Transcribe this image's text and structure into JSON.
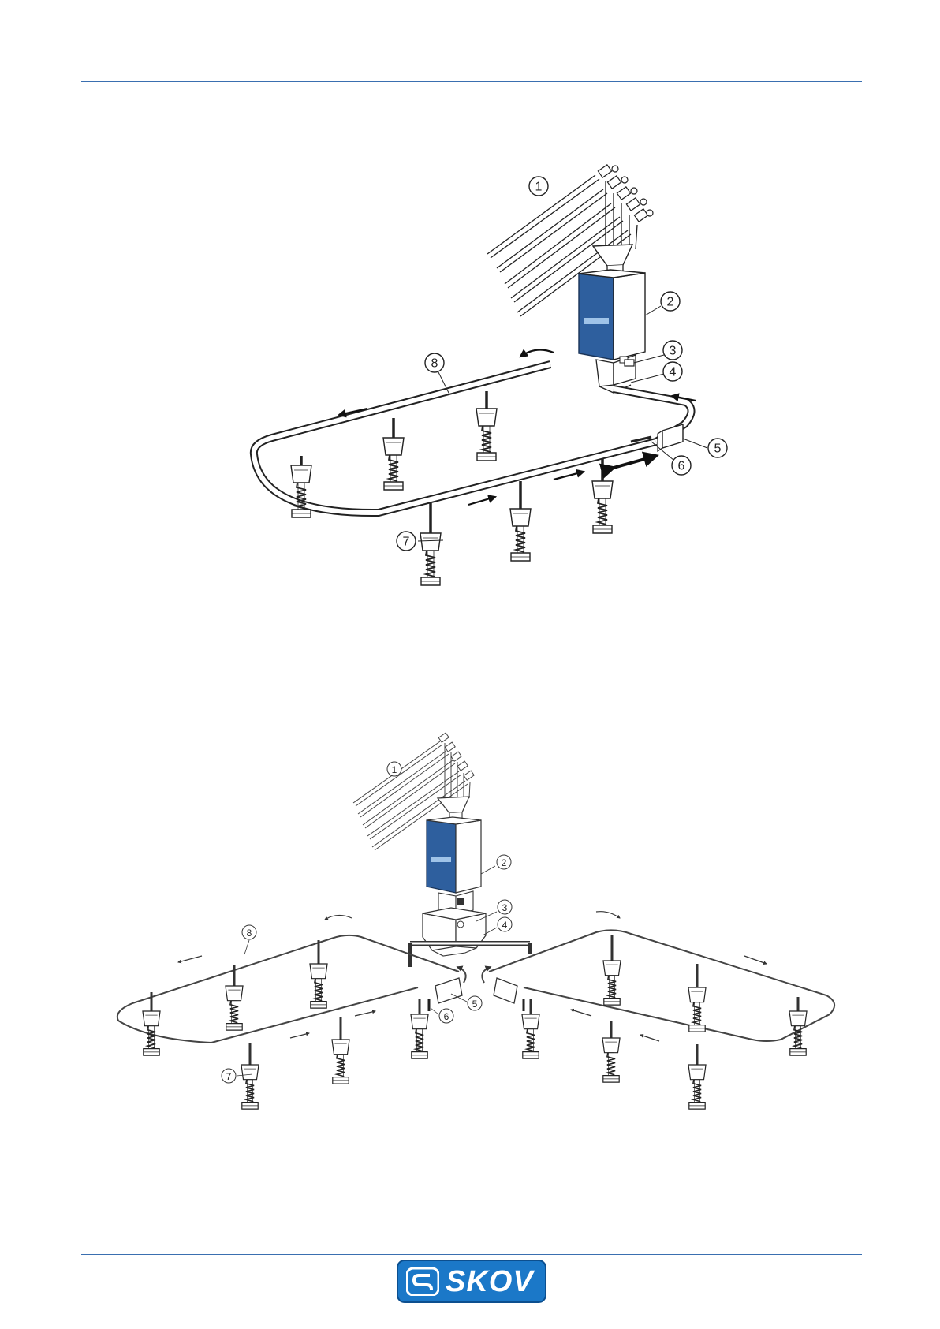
{
  "brand": {
    "name": "SKOV",
    "color": "#1b78c8",
    "rule_color": "#3a6fb0",
    "feeder_color": "#2e5f9e"
  },
  "figure1": {
    "callouts": [
      {
        "id": "c1",
        "label": "1"
      },
      {
        "id": "c2",
        "label": "2"
      },
      {
        "id": "c3",
        "label": "3"
      },
      {
        "id": "c4",
        "label": "4"
      },
      {
        "id": "c5",
        "label": "5"
      },
      {
        "id": "c6",
        "label": "6"
      },
      {
        "id": "c7",
        "label": "7"
      },
      {
        "id": "c8",
        "label": "8"
      }
    ]
  },
  "figure2": {
    "callouts": [
      {
        "id": "c1",
        "label": "1"
      },
      {
        "id": "c2",
        "label": "2"
      },
      {
        "id": "c3",
        "label": "3"
      },
      {
        "id": "c4",
        "label": "4"
      },
      {
        "id": "c5",
        "label": "5"
      },
      {
        "id": "c6",
        "label": "6"
      },
      {
        "id": "c7",
        "label": "7"
      },
      {
        "id": "c8",
        "label": "8"
      }
    ]
  }
}
